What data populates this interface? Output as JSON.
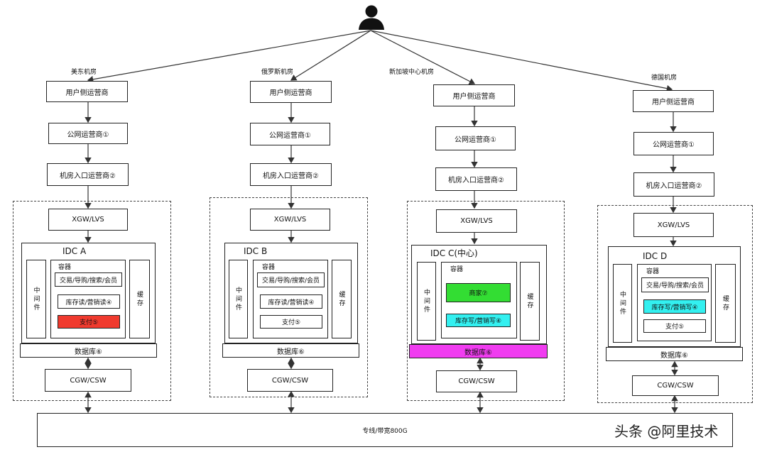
{
  "sites": [
    {
      "label": "美东机房"
    },
    {
      "label": "俄罗斯机房"
    },
    {
      "label": "新加坡中心机房"
    },
    {
      "label": "德国机房"
    }
  ],
  "common": {
    "user_carrier": "用户侧运营商",
    "public_carrier": "公网运营商①",
    "dc_entry_carrier": "机房入口运营商②",
    "xgw": "XGW/LVS",
    "cgw": "CGW/CSW",
    "container": "容器",
    "middleware": "中间件",
    "cache": "缓存",
    "database": "数据库⑥"
  },
  "idcs": [
    {
      "name": "IDC A",
      "services": [
        "交易/导购/搜索/会员",
        "库存读/营销读④",
        "支付⑤"
      ]
    },
    {
      "name": "IDC B",
      "services": [
        "交易/导购/搜索/会员",
        "库存读/营销读④",
        "支付⑤"
      ]
    },
    {
      "name": "IDC C(中心)",
      "services": [
        "商家⑦",
        "库存写/营销写④"
      ]
    },
    {
      "name": "IDC D",
      "services": [
        "交易/导购/搜索/会员",
        "库存写/营销写④",
        "支付⑤"
      ]
    }
  ],
  "backbone": "专线/带宽800G",
  "watermark": "头条 @阿里技术",
  "colors": {
    "payment_red": "#f03a2e",
    "merchant_green": "#33dd33",
    "inventory_cyan": "#33f0f0",
    "database_magenta": "#f03cf0"
  },
  "icons": {
    "user": "user-silhouette-icon"
  }
}
